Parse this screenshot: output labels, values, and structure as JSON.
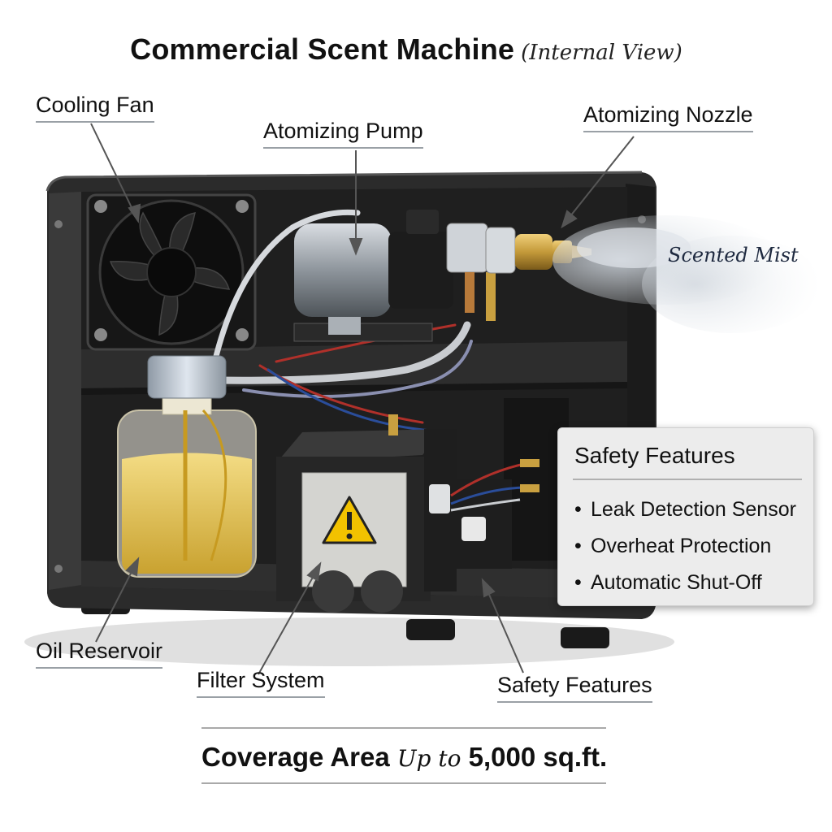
{
  "title": {
    "main": "Commercial Scent Machine",
    "sub": "(Internal View)"
  },
  "labels": {
    "cooling_fan": "Cooling Fan",
    "atomizing_pump": "Atomizing Pump",
    "atomizing_nozzle": "Atomizing Nozzle",
    "scented_mist": "Scented Mist",
    "oil_reservoir": "Oil Reservoir",
    "filter_system": "Filter System",
    "safety_features": "Safety Features"
  },
  "safety_panel": {
    "title": "Safety Features",
    "items": [
      "Leak Detection Sensor",
      "Overheat Protection",
      "Automatic Shut-Off"
    ]
  },
  "coverage": {
    "label": "Coverage Area",
    "value_prefix": "Up to",
    "value": "5,000 sq.ft."
  },
  "icons": [
    "warning-icon",
    "cooling-fan-icon"
  ],
  "colors": {
    "housing": "#2a2a2a",
    "oil": "#d9b84a",
    "brass": "#c49a3a",
    "warning": "#f2c200"
  }
}
